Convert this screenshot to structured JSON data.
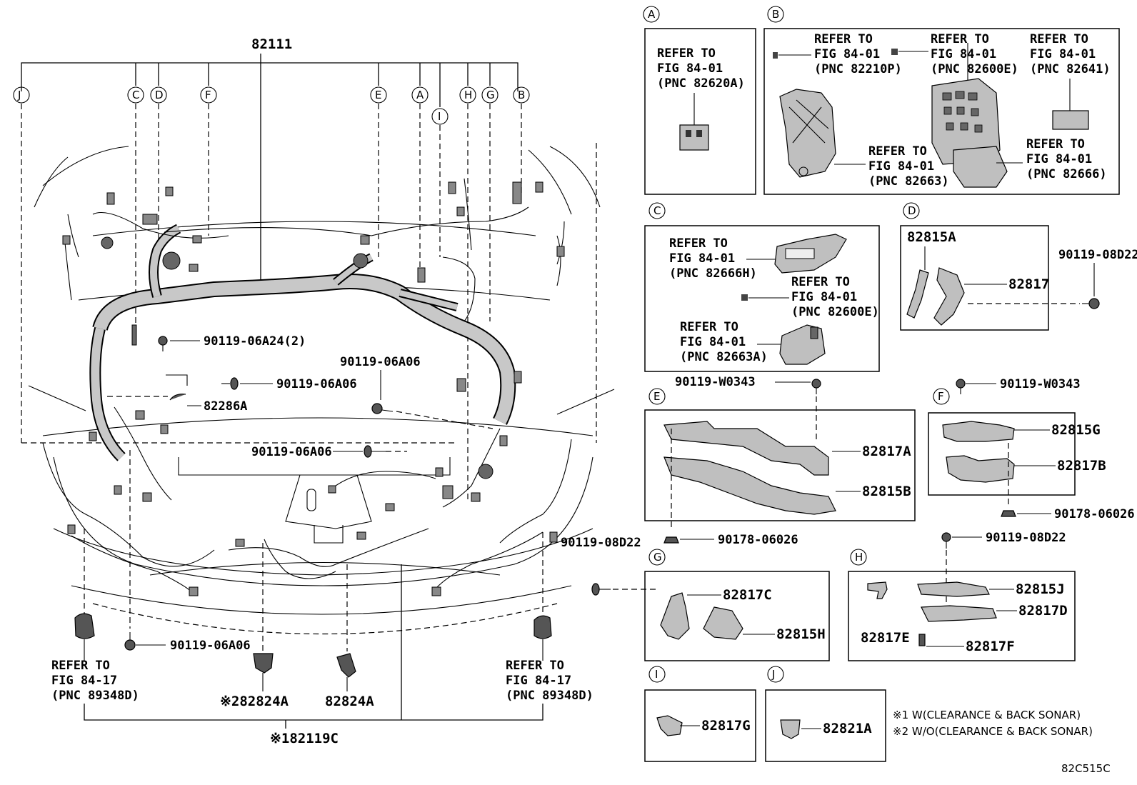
{
  "main": {
    "harness_number": "82111",
    "callout_letters": [
      "J",
      "C",
      "D",
      "F",
      "E",
      "A",
      "I",
      "H",
      "G",
      "B"
    ],
    "labels": {
      "bolt_a24": "90119-06A24(2)",
      "bolt_a06_1": "90119-06A06",
      "bolt_a06_2": "90119-06A06",
      "bolt_a06_3": "90119-06A06",
      "bolt_a06_4": "90119-06A06",
      "bolt_08d22": "90119-08D22",
      "part_82286a": "82286A",
      "sensor_1": "※282824A",
      "sensor_2": "82824A",
      "bottom_harness": "※182119C"
    },
    "refer_left": [
      "REFER TO",
      "FIG 84-17",
      "(PNC 89348D)"
    ],
    "refer_right": [
      "REFER TO",
      "FIG 84-17",
      "(PNC 89348D)"
    ]
  },
  "insets": {
    "A": {
      "letter": "A",
      "refer": [
        "REFER TO",
        "FIG 84-01",
        "(PNC 82620A)"
      ]
    },
    "B": {
      "letter": "B",
      "refer_1": [
        "REFER TO",
        "FIG 84-01",
        "(PNC 82210P)"
      ],
      "refer_2": [
        "REFER TO",
        "FIG 84-01",
        "(PNC 82600E)"
      ],
      "refer_3": [
        "REFER TO",
        "FIG 84-01",
        "(PNC 82641)"
      ],
      "refer_4": [
        "REFER TO",
        "FIG 84-01",
        "(PNC 82663)"
      ],
      "refer_5": [
        "REFER TO",
        "FIG 84-01",
        "(PNC 82666)"
      ]
    },
    "C": {
      "letter": "C",
      "refer_1": [
        "REFER TO",
        "FIG 84-01",
        "(PNC 82666H)"
      ],
      "refer_2": [
        "REFER TO",
        "FIG 84-01",
        "(PNC 82600E)"
      ],
      "refer_3": [
        "REFER TO",
        "FIG 84-01",
        "(PNC 82663A)"
      ]
    },
    "D": {
      "letter": "D",
      "part_1": "82815A",
      "part_2": "82817",
      "bolt": "90119-08D22"
    },
    "E": {
      "letter": "E",
      "bolt": "90119-W0343",
      "part_1": "82817A",
      "part_2": "82815B",
      "clip": "90178-06026"
    },
    "F": {
      "letter": "F",
      "bolt": "90119-W0343",
      "part_1": "82815G",
      "part_2": "82817B",
      "clip": "90178-06026"
    },
    "G": {
      "letter": "G",
      "part_1": "82817C",
      "part_2": "82815H"
    },
    "H": {
      "letter": "H",
      "bolt": "90119-08D22",
      "part_1": "82815J",
      "part_2": "82817D",
      "part_3": "82817E",
      "part_4": "82817F"
    },
    "I": {
      "letter": "I",
      "part": "82817G"
    },
    "J": {
      "letter": "J",
      "part": "82821A"
    }
  },
  "notes": {
    "note_1": "※1 W(CLEARANCE & BACK SONAR)",
    "note_2": "※2 W/O(CLEARANCE & BACK SONAR)"
  },
  "figure_code": "82C515C"
}
